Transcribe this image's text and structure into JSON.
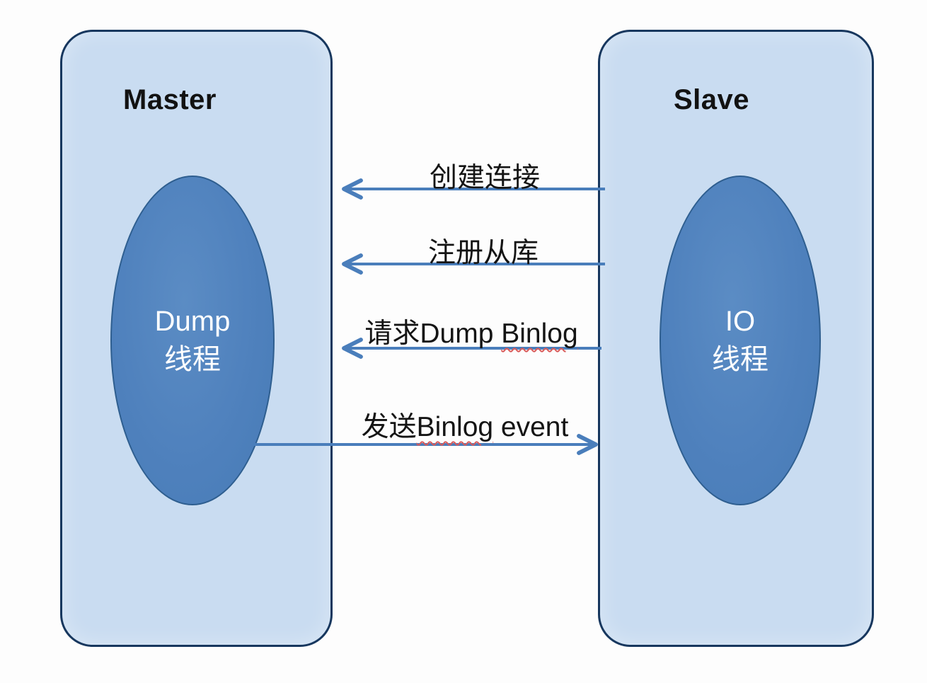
{
  "master": {
    "title": "Master",
    "thread": {
      "line1": "Dump",
      "line2": "线程"
    }
  },
  "slave": {
    "title": "Slave",
    "thread": {
      "line1": "IO",
      "line2": "线程"
    }
  },
  "arrows": [
    {
      "pre": "创建连接",
      "wavy": "",
      "post": "",
      "direction": "slave-to-master"
    },
    {
      "pre": "注册从库",
      "wavy": "",
      "post": "",
      "direction": "slave-to-master"
    },
    {
      "pre": "请求Dump ",
      "wavy": "Binlog",
      "post": "",
      "direction": "slave-to-master"
    },
    {
      "pre": "发送",
      "wavy": "Binlog",
      "post": " event",
      "direction": "master-to-slave"
    }
  ],
  "colors": {
    "node_fill": "#c9dcf1",
    "node_border": "#17375e",
    "ellipse_fill": "#4f81bd",
    "arrow": "#4a7ebb",
    "wavy_underline": "#d85b5b"
  }
}
